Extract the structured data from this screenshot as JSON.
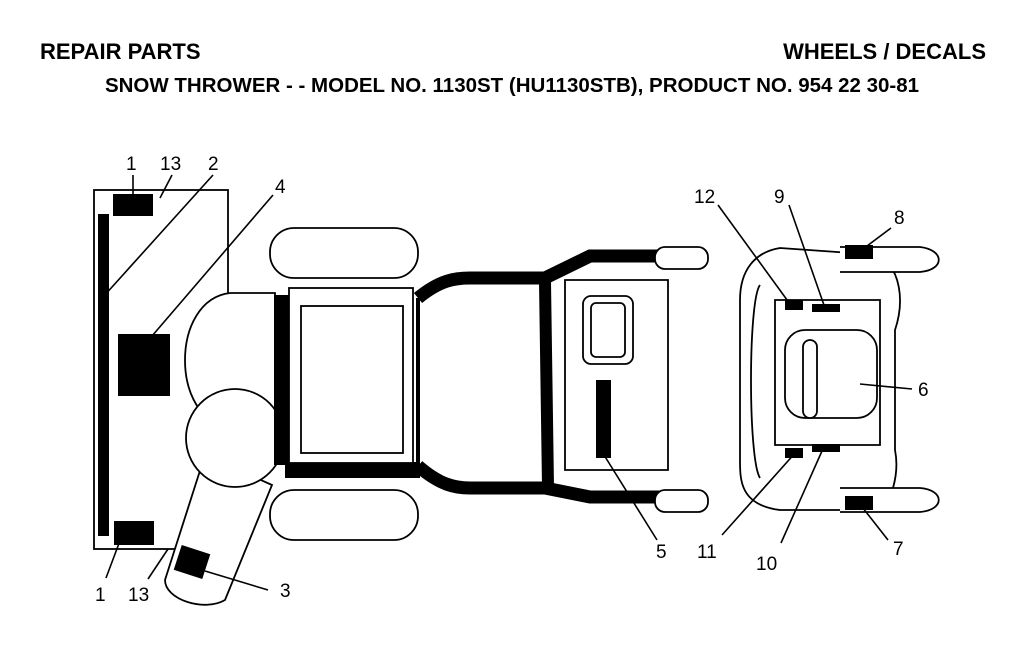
{
  "header": {
    "left": "REPAIR PARTS",
    "right": "WHEELS / DECALS",
    "subtitle": "SNOW THROWER - - MODEL NO. 1130ST (HU1130STB), PRODUCT NO. 954 22 30-81"
  },
  "callouts": {
    "c1_top": "1",
    "c13_top": "13",
    "c2": "2",
    "c4": "4",
    "c1_bottom": "1",
    "c13_bottom": "13",
    "c3": "3",
    "c5": "5",
    "c6": "6",
    "c7": "7",
    "c8": "8",
    "c9": "9",
    "c10": "10",
    "c11": "11",
    "c12": "12"
  }
}
